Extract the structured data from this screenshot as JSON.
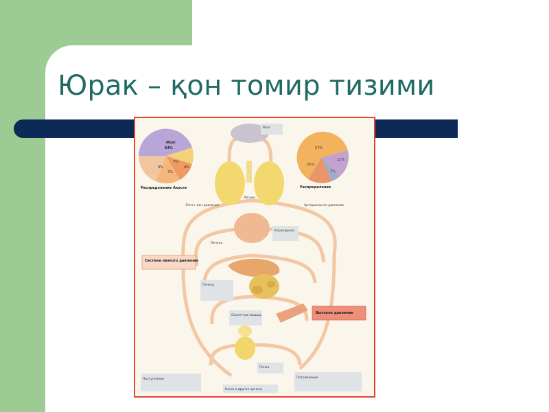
{
  "slide": {
    "title": "Юрак – қон томир тизими"
  },
  "figure": {
    "description_icon": "circulatory-system-diagram",
    "pie_left": {
      "label": "Распределение Акости",
      "slices": [
        {
          "name": "Мозг",
          "value": 64
        },
        {
          "name": "",
          "value": 7
        },
        {
          "name": "",
          "value": 9
        },
        {
          "name": "",
          "value": 9
        },
        {
          "name": "",
          "value": 7
        }
      ],
      "colors": [
        "#b9a6d8",
        "#f2d27a",
        "#ef9a62",
        "#f5b67c",
        "#f0c6a0"
      ]
    },
    "pie_right": {
      "label": "Распределение",
      "slices": [
        {
          "name": "",
          "value": 57
        },
        {
          "name": "",
          "value": 25
        },
        {
          "name": "",
          "value": 7
        },
        {
          "name": "",
          "value": 11
        }
      ],
      "colors": [
        "#f3b35e",
        "#e9956a",
        "#a0aac9",
        "#c3a2cf"
      ]
    },
    "labels": {
      "brain_box": "Мозг",
      "lungs": "Лёгкие",
      "left_pressure": "Легоч. вен давление",
      "right_pressure": "Артериальное давление",
      "coronary": "Коронарная",
      "liver": "Печень",
      "left_box": "Система низкого давления",
      "intestine_box": "Печень",
      "muscle_box": "Скелетная мышца",
      "right_box": "Высокое давление",
      "kidney_box": "Почки",
      "bottom_left_box": "Поступление",
      "bottom_center_box": "Кожа и другие органы",
      "bottom_right_box": "Потребление"
    }
  }
}
